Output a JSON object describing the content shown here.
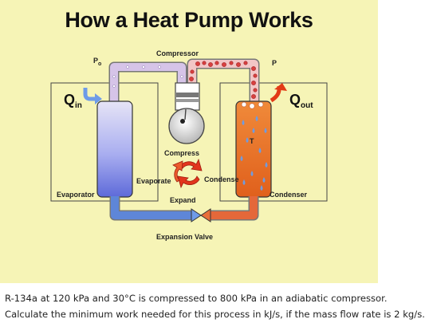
{
  "title": "How a Heat Pump Works",
  "labels": {
    "compressor": "Compressor",
    "po": "P",
    "po_sub": "o",
    "p": "P",
    "q_in": "Q",
    "q_in_sub": "in",
    "q_out": "Q",
    "q_out_sub": "out",
    "t": "T",
    "compress": "Compress",
    "evaporate": "Evaporate",
    "condense": "Condense",
    "expand": "Expand",
    "evaporator": "Evaporator",
    "condenser": "Condenser",
    "expansion_valve": "Expansion Valve"
  },
  "question": {
    "line1": "R-134a at 120 kPa and 30°C is compressed to 800 kPa in an adiabatic compressor.",
    "line2": "Calculate the minimum work needed for this process in kJ/s, if the mass flow rate is 2 kg/s."
  },
  "colors": {
    "background": "#f6f4b6",
    "evaporator_top": "#d7d9f3",
    "evaporator_bottom": "#6f79de",
    "condenser": "#ec6f23",
    "hot_arrow": "#e23a16",
    "cold_arrow": "#6e9be8",
    "cycle_arrows": "#e2341c"
  }
}
